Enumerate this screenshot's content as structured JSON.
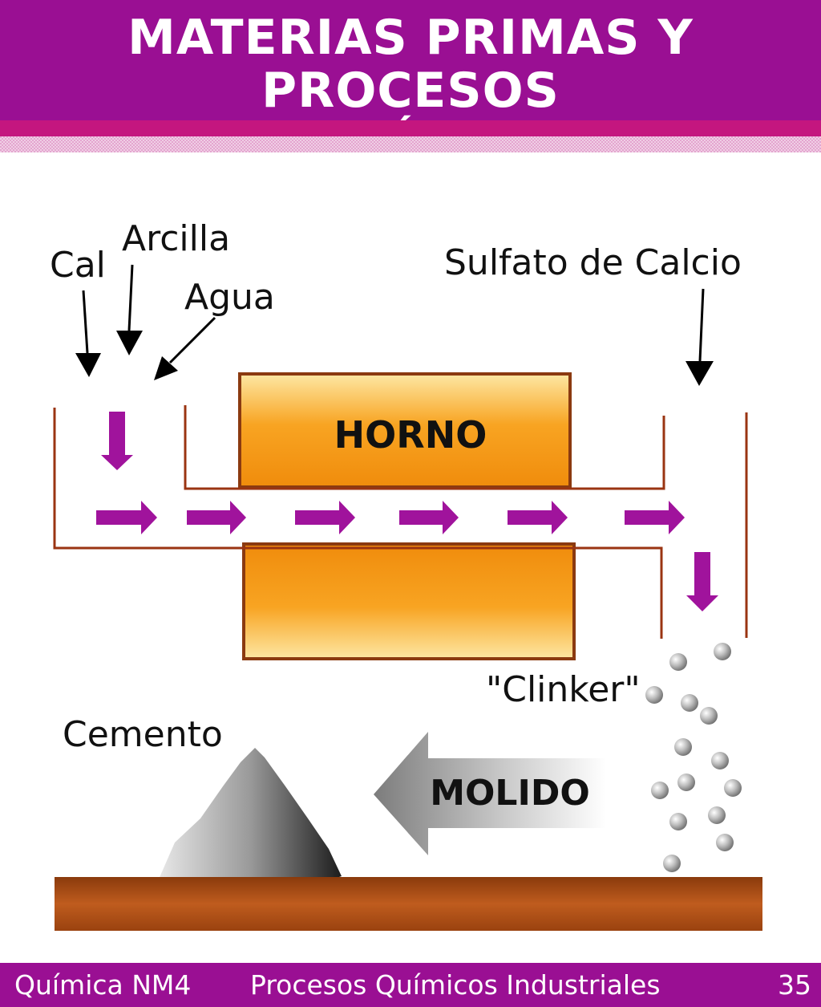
{
  "header": {
    "title_line1": "MATERIAS PRIMAS Y PROCESOS",
    "title_line2": "DE OBTENCIÓN: CEMENTO"
  },
  "diagram": {
    "inputs": {
      "cal": "Cal",
      "arcilla": "Arcilla",
      "agua": "Agua",
      "sulfato": "Sulfato de Calcio"
    },
    "horno_label": "HORNO",
    "clinker_label": "\"Clinker\"",
    "cemento_label": "Cemento",
    "molido_label": "MOLIDO"
  },
  "footer": {
    "course": "Química NM4",
    "topic": "Procesos Químicos Industriales",
    "page": "35"
  },
  "colors": {
    "header_purple": "#9a0f93",
    "flow_arrow": "#a0139c",
    "duct_line": "#9a3412",
    "oven_orange": "#f7a21a",
    "floor_brown": "#b4551a"
  }
}
